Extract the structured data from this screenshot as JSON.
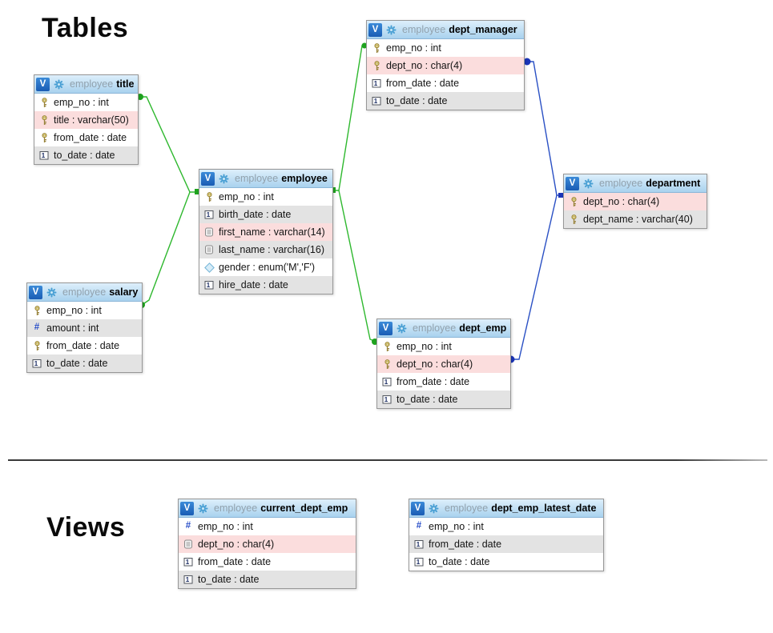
{
  "headings": {
    "tables": "Tables",
    "views": "Views"
  },
  "badge": {
    "label": "V"
  },
  "glyphs": {
    "date": "1",
    "number": "#"
  },
  "colors": {
    "relation_green": "#2eb82e",
    "relation_green_dot": "#1fa31f",
    "relation_blue": "#2a50c4",
    "relation_blue_dot": "#1b35b8",
    "header_top": "#ddeffb",
    "header_bottom": "#a9d2ee",
    "row_pink": "#fbdddd",
    "row_gray": "#e3e3e3",
    "badge_blue": "#1a5cb4"
  },
  "entities": {
    "title": {
      "schema": "employee",
      "name": "title",
      "columns": [
        {
          "label": "emp_no : int",
          "icon": "key-icon",
          "bg": "white"
        },
        {
          "label": "title : varchar(50)",
          "icon": "key-icon",
          "bg": "pink"
        },
        {
          "label": "from_date : date",
          "icon": "key-icon",
          "bg": "white"
        },
        {
          "label": "to_date : date",
          "icon": "date-icon",
          "bg": "gray"
        }
      ]
    },
    "employee": {
      "schema": "employee",
      "name": "employee",
      "columns": [
        {
          "label": "emp_no : int",
          "icon": "key-icon",
          "bg": "white"
        },
        {
          "label": "birth_date : date",
          "icon": "date-icon",
          "bg": "gray"
        },
        {
          "label": "first_name : varchar(14)",
          "icon": "text-icon",
          "bg": "pink"
        },
        {
          "label": "last_name : varchar(16)",
          "icon": "text-icon",
          "bg": "gray"
        },
        {
          "label": "gender : enum('M','F')",
          "icon": "enum-icon",
          "bg": "white"
        },
        {
          "label": "hire_date : date",
          "icon": "date-icon",
          "bg": "gray"
        }
      ]
    },
    "salary": {
      "schema": "employee",
      "name": "salary",
      "columns": [
        {
          "label": "emp_no : int",
          "icon": "key-icon",
          "bg": "white"
        },
        {
          "label": "amount : int",
          "icon": "numeric-icon",
          "bg": "gray"
        },
        {
          "label": "from_date : date",
          "icon": "key-icon",
          "bg": "white"
        },
        {
          "label": "to_date : date",
          "icon": "date-icon",
          "bg": "gray"
        }
      ]
    },
    "dept_manager": {
      "schema": "employee",
      "name": "dept_manager",
      "columns": [
        {
          "label": "emp_no : int",
          "icon": "key-icon",
          "bg": "white"
        },
        {
          "label": "dept_no : char(4)",
          "icon": "key-icon",
          "bg": "pink"
        },
        {
          "label": "from_date : date",
          "icon": "date-icon",
          "bg": "white"
        },
        {
          "label": "to_date : date",
          "icon": "date-icon",
          "bg": "gray"
        }
      ]
    },
    "department": {
      "schema": "employee",
      "name": "department",
      "columns": [
        {
          "label": "dept_no : char(4)",
          "icon": "key-icon",
          "bg": "pink"
        },
        {
          "label": "dept_name : varchar(40)",
          "icon": "key-icon",
          "bg": "gray"
        }
      ]
    },
    "dept_emp": {
      "schema": "employee",
      "name": "dept_emp",
      "columns": [
        {
          "label": "emp_no : int",
          "icon": "key-icon",
          "bg": "white"
        },
        {
          "label": "dept_no : char(4)",
          "icon": "key-icon",
          "bg": "pink"
        },
        {
          "label": "from_date : date",
          "icon": "date-icon",
          "bg": "white"
        },
        {
          "label": "to_date : date",
          "icon": "date-icon",
          "bg": "gray"
        }
      ]
    },
    "current_dept_emp": {
      "schema": "employee",
      "name": "current_dept_emp",
      "columns": [
        {
          "label": "emp_no : int",
          "icon": "numeric-icon",
          "bg": "white"
        },
        {
          "label": "dept_no : char(4)",
          "icon": "text-icon",
          "bg": "pink"
        },
        {
          "label": "from_date : date",
          "icon": "date-icon",
          "bg": "white"
        },
        {
          "label": "to_date : date",
          "icon": "date-icon",
          "bg": "gray"
        }
      ]
    },
    "dept_emp_latest_date": {
      "schema": "employee",
      "name": "dept_emp_latest_date",
      "columns": [
        {
          "label": "emp_no : int",
          "icon": "numeric-icon",
          "bg": "white"
        },
        {
          "label": "from_date : date",
          "icon": "date-icon",
          "bg": "gray"
        },
        {
          "label": "to_date : date",
          "icon": "date-icon",
          "bg": "white"
        }
      ]
    }
  }
}
